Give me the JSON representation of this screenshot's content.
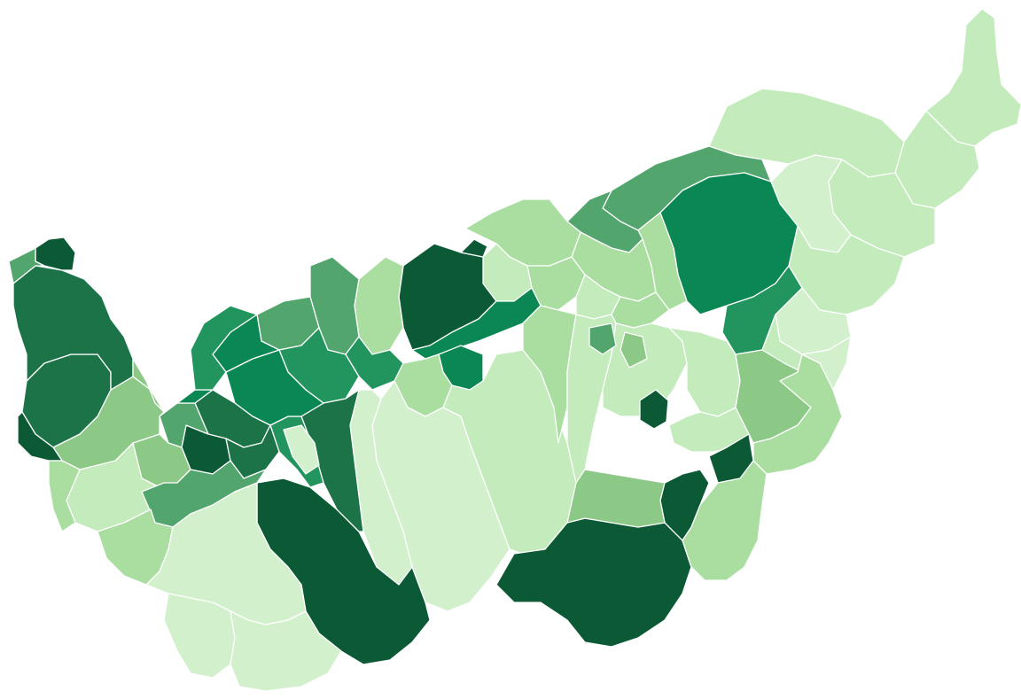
{
  "palette": [
    "#d2f0cc",
    "#c3ebbb",
    "#a9dea0",
    "#8cc886",
    "#52a56d",
    "#22955f",
    "#0a8752",
    "#1c7348",
    "#0b5935"
  ],
  "regions": [
    {
      "id": "goms-north-tip",
      "level": 1
    },
    {
      "id": "goms-east",
      "level": 1
    },
    {
      "id": "goms-upper",
      "level": 1
    },
    {
      "id": "goms-mid",
      "level": 1
    },
    {
      "id": "goms-south",
      "level": 0
    },
    {
      "id": "brig-north",
      "level": 1
    },
    {
      "id": "simplon-east",
      "level": 0
    },
    {
      "id": "aletsch-north",
      "level": 4
    },
    {
      "id": "aletsch-core",
      "level": 6
    },
    {
      "id": "bietsch-east",
      "level": 5
    },
    {
      "id": "naters",
      "level": 1
    },
    {
      "id": "raron-strip",
      "level": 2
    },
    {
      "id": "loetschental-east",
      "level": 4
    },
    {
      "id": "loetschental",
      "level": 2
    },
    {
      "id": "leuk-north",
      "level": 2
    },
    {
      "id": "leuk-strip-a",
      "level": 2
    },
    {
      "id": "leuk-strip-b",
      "level": 1
    },
    {
      "id": "leuk-strip-c",
      "level": 2
    },
    {
      "id": "sierre-north",
      "level": 1
    },
    {
      "id": "lens-crans",
      "level": 8
    },
    {
      "id": "montana-strip",
      "level": 8
    },
    {
      "id": "ayent",
      "level": 2
    },
    {
      "id": "savièse",
      "level": 4
    },
    {
      "id": "conthey-north",
      "level": 4
    },
    {
      "id": "derborence",
      "level": 5
    },
    {
      "id": "sion-valley-west",
      "level": 5
    },
    {
      "id": "sion-east",
      "level": 6
    },
    {
      "id": "nax",
      "level": 6
    },
    {
      "id": "heremence-strip",
      "level": 2
    },
    {
      "id": "val-dherens",
      "level": 0
    },
    {
      "id": "evolene-south",
      "level": 0
    },
    {
      "id": "anniviers",
      "level": 1
    },
    {
      "id": "turtmann",
      "level": 2
    },
    {
      "id": "augstbord",
      "level": 1
    },
    {
      "id": "mattertal-north",
      "level": 1
    },
    {
      "id": "visp-mid",
      "level": 4
    },
    {
      "id": "visp-small",
      "level": 3
    },
    {
      "id": "saas-enclave",
      "level": 8
    },
    {
      "id": "saastal-north",
      "level": 1
    },
    {
      "id": "saastal-mid",
      "level": 1
    },
    {
      "id": "simplon-pass",
      "level": 3
    },
    {
      "id": "gondo",
      "level": 2
    },
    {
      "id": "zwischbergen",
      "level": 0
    },
    {
      "id": "brig-east",
      "level": 8
    },
    {
      "id": "matterhorn-area",
      "level": 8
    },
    {
      "id": "saas-south",
      "level": 8
    },
    {
      "id": "monte-rosa-north",
      "level": 3
    },
    {
      "id": "saastal-east",
      "level": 2
    },
    {
      "id": "bagnes",
      "level": 8
    },
    {
      "id": "entremont",
      "level": 7
    },
    {
      "id": "fully",
      "level": 5
    },
    {
      "id": "saxon",
      "level": 0
    },
    {
      "id": "riddes",
      "level": 6
    },
    {
      "id": "nendaz",
      "level": 6
    },
    {
      "id": "martigny-north",
      "level": 7
    },
    {
      "id": "trient",
      "level": 8
    },
    {
      "id": "martigny-mid",
      "level": 7
    },
    {
      "id": "dorenaz",
      "level": 4
    },
    {
      "id": "vernayaz",
      "level": 6
    },
    {
      "id": "salvan",
      "level": 3
    },
    {
      "id": "finhaut",
      "level": 1
    },
    {
      "id": "orsieres-west",
      "level": 4
    },
    {
      "id": "ferret",
      "level": 2
    },
    {
      "id": "grand-st-bernard",
      "level": 0
    },
    {
      "id": "liddes",
      "level": 0
    },
    {
      "id": "bourg-st-pierre",
      "level": 0
    },
    {
      "id": "monthey-north",
      "level": 3
    },
    {
      "id": "val-dilliez",
      "level": 7
    },
    {
      "id": "chablais-north",
      "level": 7
    },
    {
      "id": "chablais-tip",
      "level": 8
    },
    {
      "id": "st-gingolph",
      "level": 4
    },
    {
      "id": "champery",
      "level": 8
    },
    {
      "id": "evionnaz",
      "level": 3
    },
    {
      "id": "mex",
      "level": 2
    },
    {
      "id": "le-chable",
      "level": 5
    }
  ]
}
